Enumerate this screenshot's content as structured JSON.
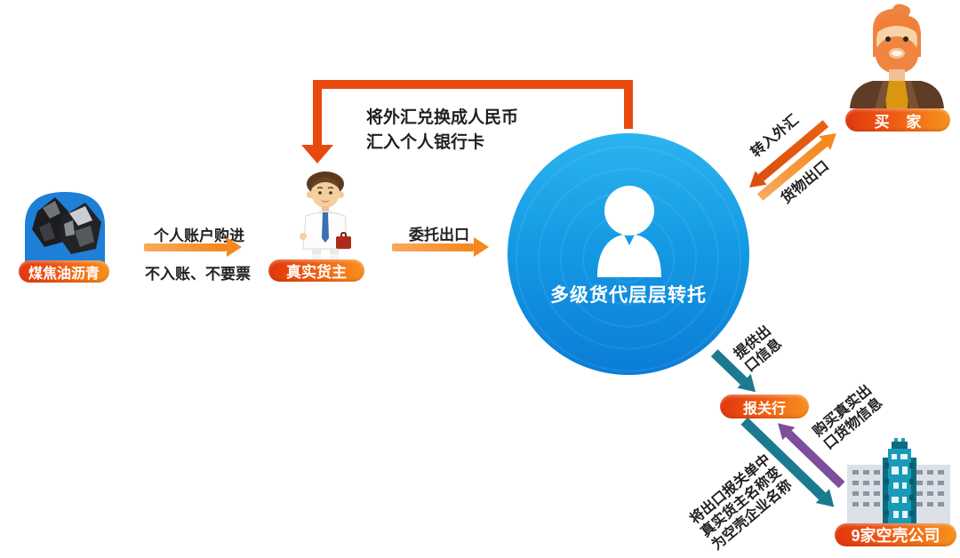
{
  "colors": {
    "pill_gradient_start": "#E1360D",
    "pill_gradient_end": "#F7941E",
    "light_orange_arrow": "#F5891E",
    "return_arrow_orange": "#E8490E",
    "fx_in_arrow_orange": "#DD4F0D",
    "teal_arrow": "#1B7A8F",
    "purple_arrow": "#7C4E9B",
    "hub_blue_top": "#2BB4EF",
    "hub_blue_bottom": "#0B7CD6",
    "text_black": "#231F20"
  },
  "nodes": {
    "source": {
      "label": "煤焦油沥青"
    },
    "owner": {
      "label": "真实货主"
    },
    "hub": {
      "label": "多级货代层层转托"
    },
    "buyer": {
      "label": "买 家"
    },
    "customs_broker": {
      "label": "报关行"
    },
    "shell_companies": {
      "label": "9家空壳公司"
    }
  },
  "flows": {
    "purchase": {
      "above": "个人账户购进",
      "below": "不入账、不要票"
    },
    "entrust": {
      "label": "委托出口"
    },
    "remit": {
      "line1": "将外汇兑换成人民币",
      "line2": "汇入个人银行卡"
    },
    "fx_in": {
      "label": "转入外汇"
    },
    "goods_out": {
      "label": "货物出口"
    },
    "provide": {
      "line1": "提供出",
      "line2": "口信息"
    },
    "purchase_info": {
      "line1": "购买真实出",
      "line2": "口货物信息"
    },
    "rename": {
      "line1": "将出口报关单中",
      "line2": "真实货主名称变",
      "line3": "为空壳企业名称"
    }
  }
}
